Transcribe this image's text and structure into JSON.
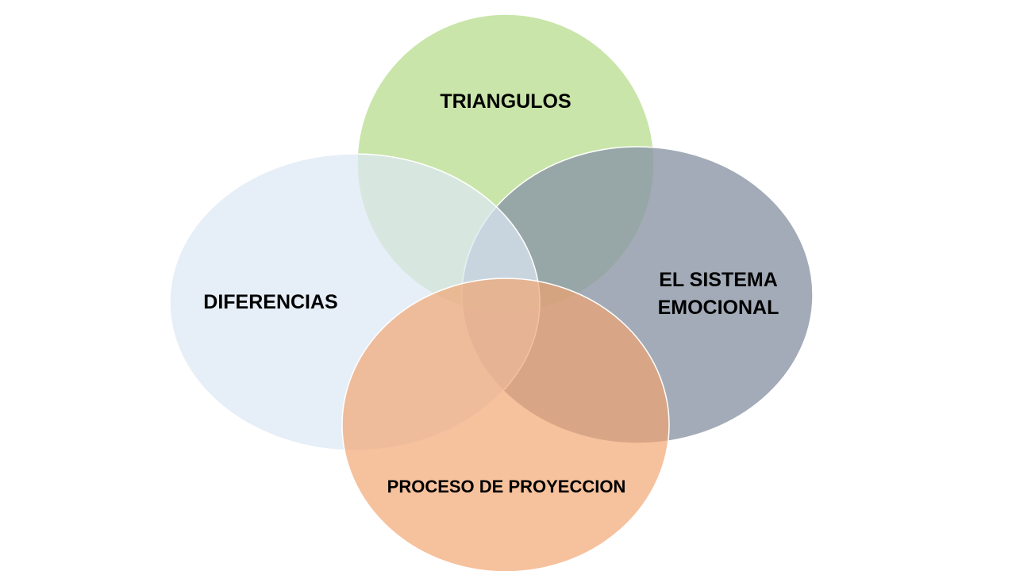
{
  "diagram": {
    "type": "venn",
    "sets": [
      {
        "id": "triangulos",
        "label": "TRIANGULOS",
        "color": "#C5E3A2",
        "opacity": 0.93
      },
      {
        "id": "sistema",
        "label_lines": [
          "EL SISTEMA",
          "EMOCIONAL"
        ],
        "color": "#8B96A5",
        "opacity": 0.8
      },
      {
        "id": "diferencias",
        "label": "DIFERENCIAS",
        "color": "#DCE7F4",
        "opacity": 0.72
      },
      {
        "id": "proyeccion",
        "label": "PROCESO DE PROYECCION",
        "color": "#F2A46E",
        "opacity": 0.68
      }
    ]
  }
}
